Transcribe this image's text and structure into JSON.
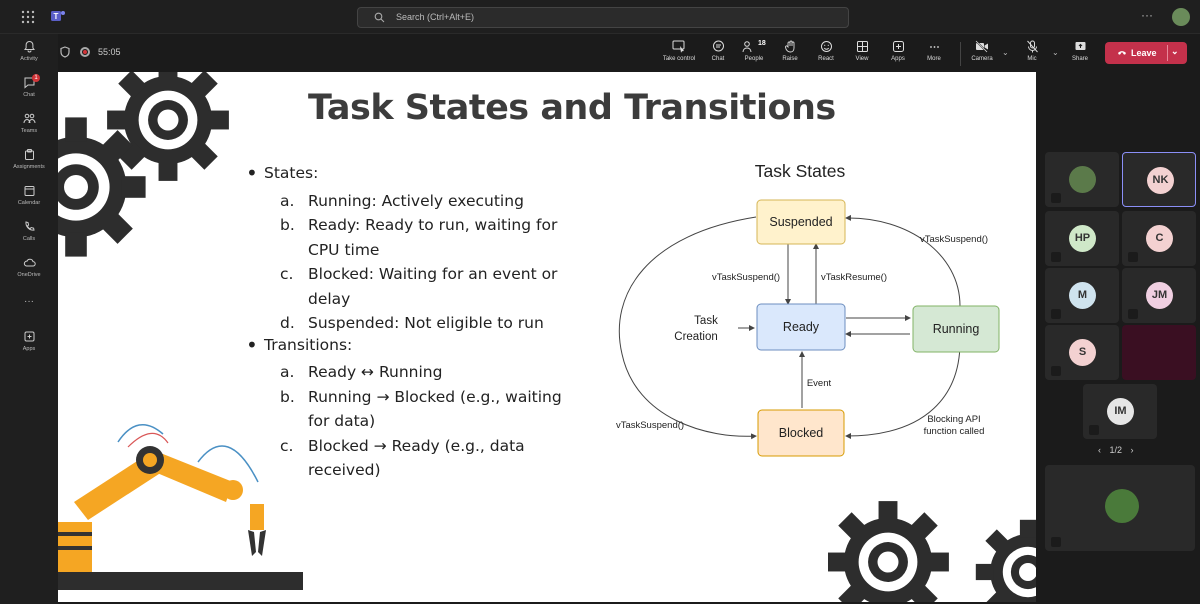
{
  "topbar": {
    "search_placeholder": "Search (Ctrl+Alt+E)",
    "more": "···"
  },
  "rail": {
    "items": [
      {
        "label": "Activity",
        "icon": "bell-icon"
      },
      {
        "label": "Chat",
        "icon": "chat-icon",
        "badge": "1"
      },
      {
        "label": "Teams",
        "icon": "teams-icon"
      },
      {
        "label": "Assignments",
        "icon": "assignments-icon"
      },
      {
        "label": "Calendar",
        "icon": "calendar-icon"
      },
      {
        "label": "Calls",
        "icon": "phone-icon"
      },
      {
        "label": "OneDrive",
        "icon": "cloud-icon"
      },
      {
        "label": "···",
        "icon": "more-icon"
      },
      {
        "label": "Apps",
        "icon": "apps-icon"
      }
    ]
  },
  "meeting": {
    "timer": "55:05",
    "buttons": {
      "take_control": "Take control",
      "chat": "Chat",
      "people": "People",
      "people_count": "18",
      "raise": "Raise",
      "react": "React",
      "view": "View",
      "apps": "Apps",
      "more": "More",
      "camera": "Camera",
      "mic": "Mic",
      "share": "Share",
      "leave": "Leave"
    }
  },
  "slide": {
    "title": "Task States and Transitions",
    "sections": [
      {
        "heading": "States:",
        "items": [
          {
            "letter": "a.",
            "text": "Running: Actively executing"
          },
          {
            "letter": "b.",
            "text": "Ready: Ready to run, waiting for CPU time"
          },
          {
            "letter": "c.",
            "text": "Blocked: Waiting for an event or delay"
          },
          {
            "letter": "d.",
            "text": "Suspended: Not eligible to run"
          }
        ]
      },
      {
        "heading": "Transitions:",
        "items": [
          {
            "letter": "a.",
            "text": "Ready ↔ Running"
          },
          {
            "letter": "b.",
            "text": "Running → Blocked (e.g., waiting for data)"
          },
          {
            "letter": "c.",
            "text": "Blocked → Ready (e.g., data received)"
          }
        ]
      }
    ],
    "diagram": {
      "title": "Task States",
      "states": {
        "suspended": "Suspended",
        "ready": "Ready",
        "running": "Running",
        "blocked": "Blocked"
      },
      "labels": {
        "task_creation_1": "Task",
        "task_creation_2": "Creation",
        "vts_left": "vTaskSuspend()",
        "vtr": "vTaskResume()",
        "vts_right": "vTaskSuspend()",
        "vts_bottom": "vTaskSuspend()",
        "event": "Event",
        "blocking_1": "Blocking API",
        "blocking_2": "function called"
      },
      "colors": {
        "suspended": "#fff2cc",
        "ready": "#dae8fc",
        "running": "#d5e8d4",
        "blocked": "#ffe6cc"
      }
    }
  },
  "participants": {
    "tiles": [
      {
        "initials": "",
        "color": "#5b7a4a",
        "video": true
      },
      {
        "initials": "NK",
        "color": "#f3d1d1",
        "selected": true
      },
      {
        "initials": "HP",
        "color": "#cfe8c8"
      },
      {
        "initials": "C",
        "color": "#f3d1d1"
      },
      {
        "initials": "M",
        "color": "#cfe3ee"
      },
      {
        "initials": "JM",
        "color": "#f0cfe1"
      },
      {
        "initials": "S",
        "color": "#f3d1d1"
      },
      {
        "initials": "",
        "color": "#3a0f22"
      },
      {
        "initials": "IM",
        "color": "#e6e6e6"
      }
    ],
    "pager": "1/2"
  }
}
